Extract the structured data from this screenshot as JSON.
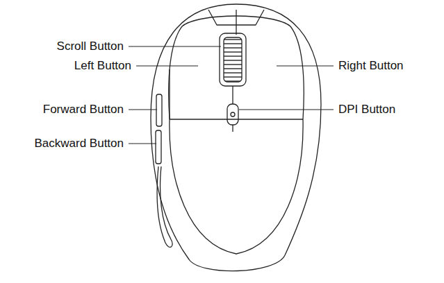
{
  "diagram": {
    "labels": [
      "Scroll Button",
      "Left Button",
      "Forward Button",
      "Backward Button",
      "Right Button",
      "DPI Button"
    ]
  }
}
